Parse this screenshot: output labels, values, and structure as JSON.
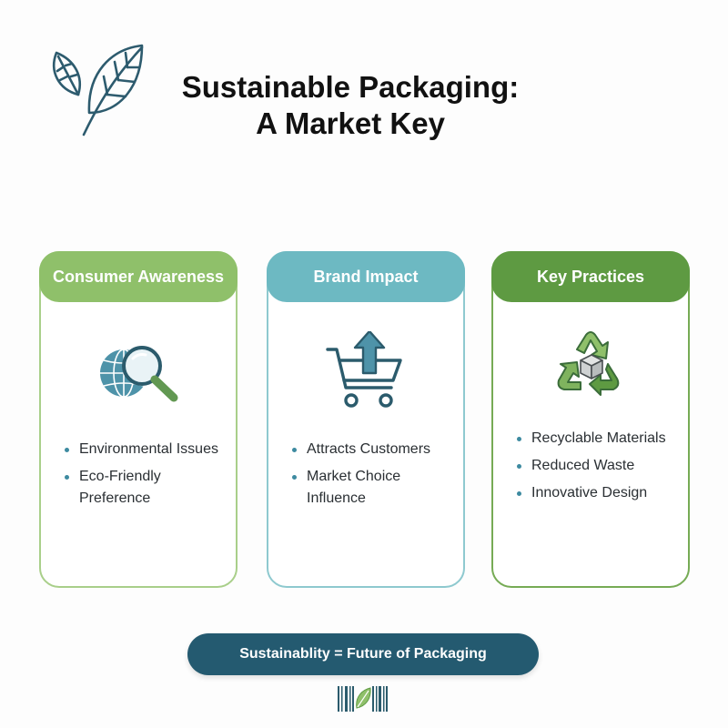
{
  "title": {
    "line1": "Sustainable Packaging:",
    "line2": "A Market Key"
  },
  "cards": [
    {
      "header": "Consumer Awareness",
      "icon": "globe-magnifier-icon",
      "bullets": [
        "Environmental Issues",
        "Eco-Friendly Preference"
      ]
    },
    {
      "header": "Brand Impact",
      "icon": "shopping-cart-arrow-icon",
      "bullets": [
        "Attracts Customers",
        "Market Choice Influence"
      ]
    },
    {
      "header": "Key Practices",
      "icon": "recycle-box-icon",
      "bullets": [
        "Recyclable Materials",
        "Reduced Waste",
        "Innovative Design"
      ]
    }
  ],
  "footer": {
    "text": "Sustainablity = Future of Packaging"
  },
  "colors": {
    "navy": "#245a70",
    "green": "#5e9a42",
    "light_green": "#8fc06a",
    "teal": "#6db9c2"
  }
}
